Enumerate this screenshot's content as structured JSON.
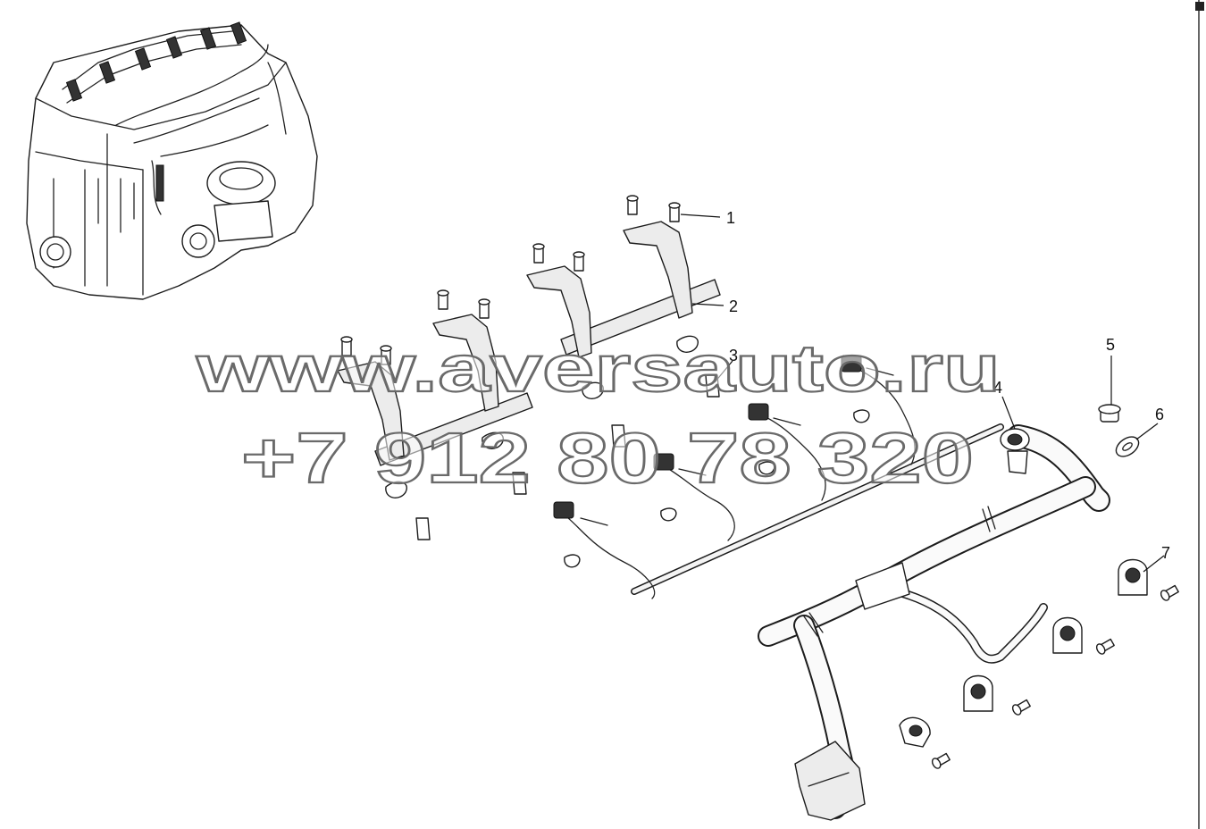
{
  "diagram": {
    "callouts": [
      "1",
      "2",
      "3",
      "4",
      "5",
      "6",
      "7"
    ]
  },
  "watermark": {
    "line1": "www.aversauto.ru",
    "line2": "+7 912 80 78 320"
  },
  "colors": {
    "line": "#1c1c1c",
    "part_fill": "#ececec",
    "watermark_stroke": "#6a6a6a"
  }
}
